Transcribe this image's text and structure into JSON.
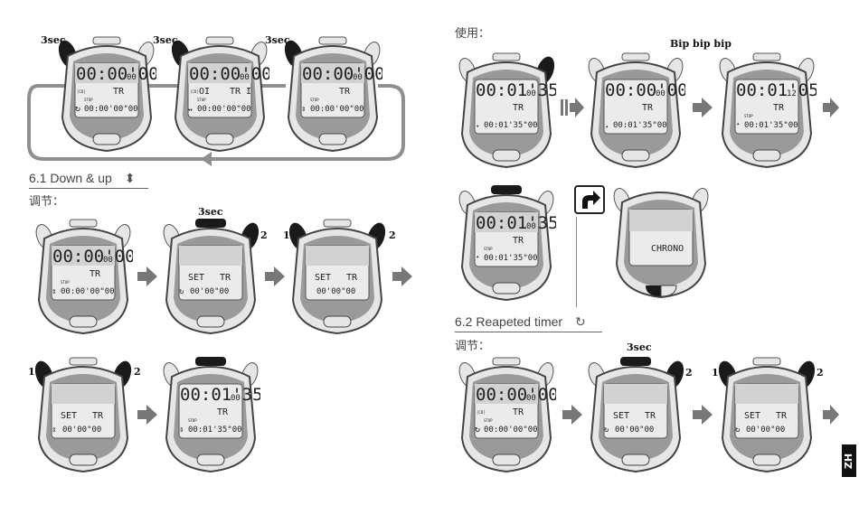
{
  "sections": {
    "down_up": "6.1 Down & up",
    "adjust_1": "调节：",
    "use": "使用：",
    "repeated": "6.2 Reapeted timer",
    "adjust_2": "调节："
  },
  "labels": {
    "three_sec": "3sec",
    "one": "1",
    "two": "2",
    "bip": "Bip bip bip"
  },
  "lcd": {
    "zero_main": "00:00'00",
    "zero_hund": "00",
    "tr": "TR",
    "tr_i": "TR I",
    "oi": "OI",
    "stop": "STOP",
    "zero_bottom": "00:00'00\"00",
    "set": "SET",
    "set_adjust": "00'00\"00",
    "run_main": "00:01'35",
    "run_hund": "00",
    "run_bottom": "00:01'35\"00",
    "count_main": "00:01'05",
    "count_hund": "12",
    "chrono": "CHRONO"
  },
  "side_tab": "ZH",
  "colors": {
    "body": "#e6e6e6",
    "band": "#909090",
    "screen": "#ebebeb",
    "dark": "#1a1a1a",
    "arrow": "#777777"
  }
}
